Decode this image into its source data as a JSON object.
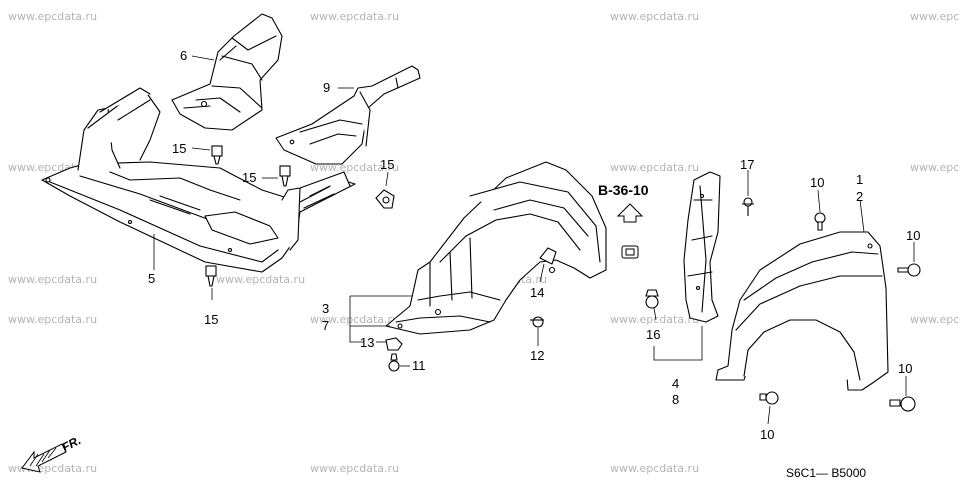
{
  "watermark": "www.epcdata.ru",
  "watermark_partial": "www.epc",
  "callouts": {
    "c1": "1",
    "c2": "2",
    "c3": "3",
    "c4": "4",
    "c5": "5",
    "c6": "6",
    "c7": "7",
    "c8": "8",
    "c9": "9",
    "c10": "10",
    "c11": "11",
    "c12": "12",
    "c13": "13",
    "c14": "14",
    "c15": "15",
    "c16": "16",
    "c17": "17"
  },
  "reference": "B-36-10",
  "front_label": "FR.",
  "diagram_code": "S6C1— B5000"
}
